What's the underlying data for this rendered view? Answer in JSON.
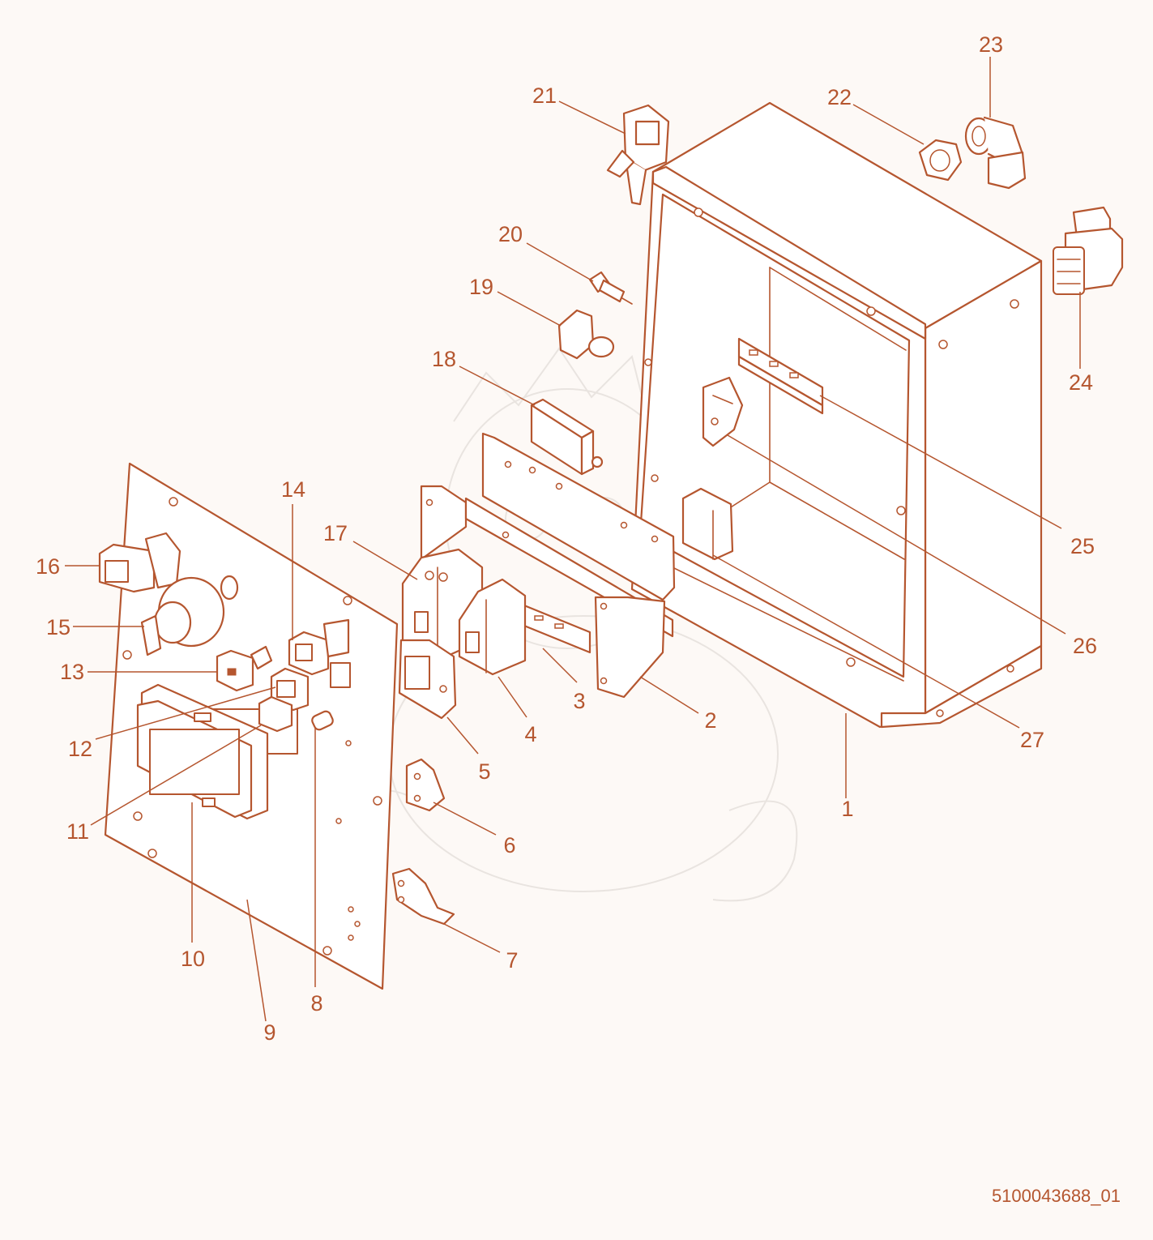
{
  "colors": {
    "line": "#b5562f",
    "background": "#fdf9f6",
    "watermark": "#e9e4e0"
  },
  "callouts": {
    "c1": "1",
    "c2": "2",
    "c3": "3",
    "c4": "4",
    "c5": "5",
    "c6": "6",
    "c7": "7",
    "c8": "8",
    "c9": "9",
    "c10": "10",
    "c11": "11",
    "c12": "12",
    "c13": "13",
    "c14": "14",
    "c15": "15",
    "c16": "16",
    "c17": "17",
    "c18": "18",
    "c19": "19",
    "c20": "20",
    "c21": "21",
    "c22": "22",
    "c23": "23",
    "c24": "24",
    "c25": "25",
    "c26": "26",
    "c27": "27"
  },
  "document_id": "5100043688_01",
  "watermark_icon": "dragon-watermark-icon"
}
